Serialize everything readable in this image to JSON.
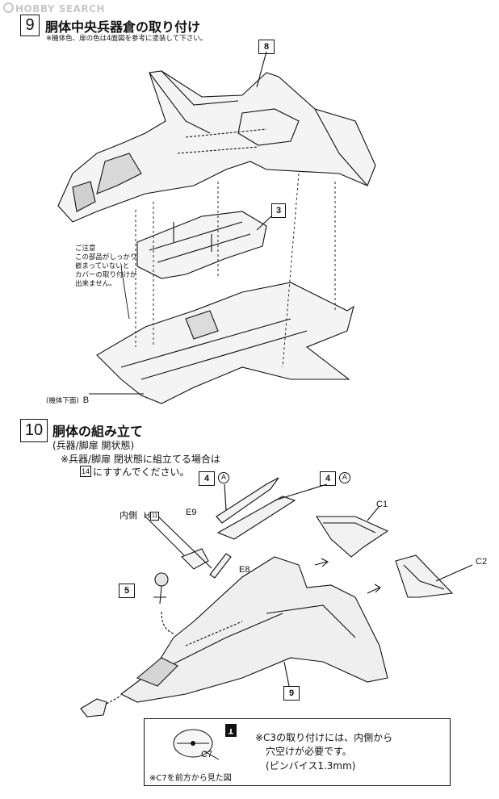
{
  "watermark": "HOBBY SEARCH",
  "step9": {
    "number": "9",
    "title": "胴体中央兵器倉の取り付け",
    "note": "※機体色、扉の色は4面図を参考に塗装して下さい。",
    "callouts": {
      "top": "8",
      "middle": "3"
    },
    "caution": [
      "ご注意",
      "この部品がしっかり",
      "嵌まっていないと",
      "カバーの取り付けが",
      "出来ません。"
    ],
    "bottom_label_prefix": "(機体下面)",
    "bottom_label_part": "B"
  },
  "step10": {
    "number": "10",
    "title": "胴体の組み立て",
    "subtitle": "(兵器/脚扉 開状態)",
    "note_line1": "※兵器/脚扉 閉状態に組立てる場合は",
    "note_ref": "14",
    "note_line2": "にすすんでください。",
    "callout_a1": "4",
    "callout_a2": "4",
    "circle_a": "A",
    "inner_label": "内側",
    "inner_part": "H",
    "inner_ref": "11",
    "parts": {
      "e9": "E9",
      "e8": "E8",
      "c1": "C1",
      "c2": "C2",
      "c7": "C7"
    },
    "callout_5": "5",
    "callout_9": "9",
    "box": {
      "line1": "※C3の取り付けには、内側から",
      "line2": "穴空けが必要です。",
      "line3": "(ピンバイス1.3mm)",
      "view_note": "※C7を前方から見た図"
    }
  }
}
